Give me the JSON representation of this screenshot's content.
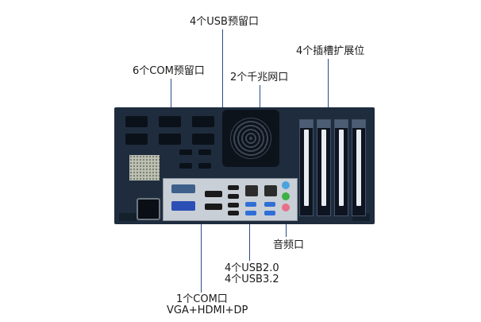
{
  "labels": {
    "usb_reserved": "4个USB预留口",
    "expansion": "4个插槽扩展位",
    "com_reserved": "6个COM预留口",
    "gigabit_lan": "2个千兆网口",
    "audio": "音频口",
    "usb_line1": "4个USB2.0",
    "usb_line2": "4个USB3.2",
    "io_line1": "1个COM口",
    "io_line2": "VGA+HDMI+DP"
  },
  "colors": {
    "chassis": "#1e2c3e",
    "callout_line": "#2a4a8a",
    "usb3_port": "#2f6fd6",
    "audio_green": "#3cb043",
    "audio_pink": "#e86f8a",
    "audio_blue": "#4aa3df"
  }
}
